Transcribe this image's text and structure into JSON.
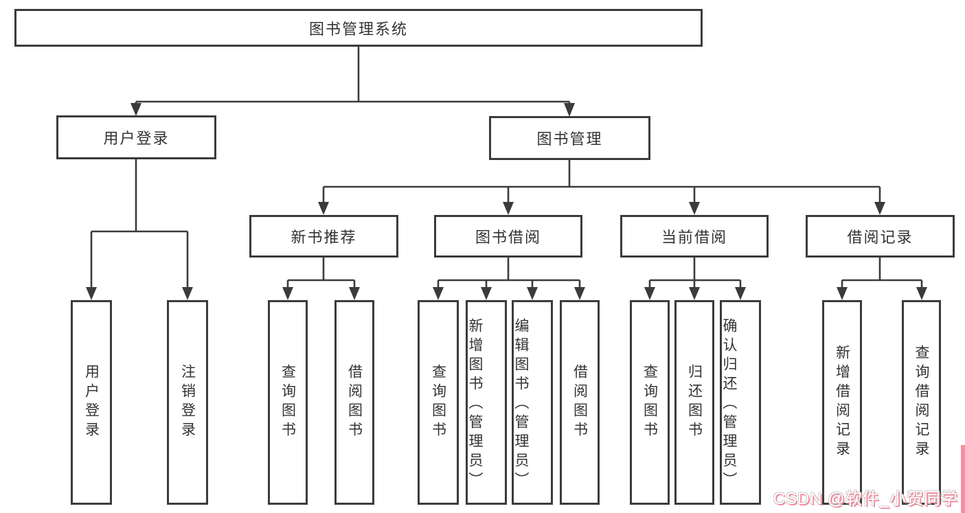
{
  "diagram": {
    "root": {
      "label": "图书管理系统"
    },
    "branches": {
      "user_login": {
        "label": "用户登录",
        "leaves": [
          "用户登录",
          "注销登录"
        ]
      },
      "book_mgmt": {
        "label": "图书管理",
        "groups": [
          {
            "label": "新书推荐",
            "leaves": [
              "查询图书",
              "借阅图书"
            ]
          },
          {
            "label": "图书借阅",
            "leaves": [
              "查询图书",
              "新增图书（管理员）",
              "编辑图书（管理员）",
              "借阅图书"
            ]
          },
          {
            "label": "当前借阅",
            "leaves": [
              "查询图书",
              "归还图书",
              "确认归还（管理员）"
            ]
          },
          {
            "label": "借阅记录",
            "leaves": [
              "新增借阅记录",
              "查询借阅记录"
            ]
          }
        ]
      }
    },
    "colors": {
      "line": "#3b3b3b",
      "box_background": "#ffffff",
      "text": "#333333"
    }
  },
  "watermark": {
    "text": "CSDN @软件_小贺同学",
    "accent_color": "#f8889a"
  }
}
